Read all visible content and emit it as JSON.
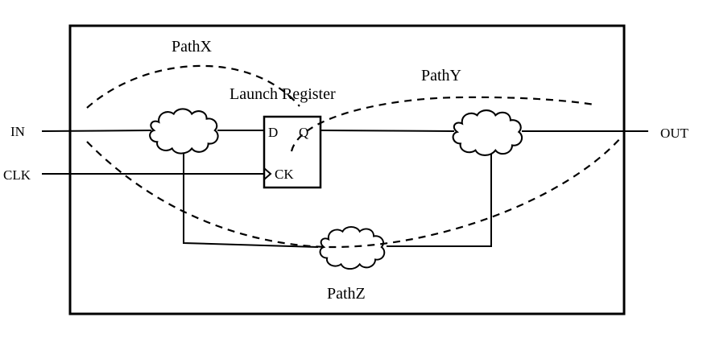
{
  "diagram": {
    "paths": {
      "x": "PathX",
      "y": "PathY",
      "z": "PathZ"
    },
    "register": {
      "title": "Launch Register",
      "pin_d": "D",
      "pin_q": "Q",
      "pin_ck": "CK"
    },
    "ports": {
      "in": "IN",
      "clk": "CLK",
      "out": "OUT"
    }
  }
}
